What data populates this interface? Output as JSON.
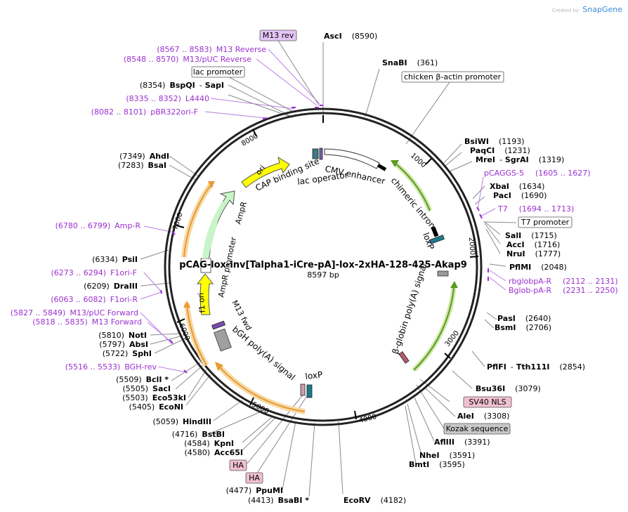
{
  "brand": {
    "created": "Created by",
    "name": "SnapGene"
  },
  "plasmid": {
    "name": "pCAG-lox-inv[Talpha1-iCre-pA]-lox-2xHA-128-425-Akap9",
    "size": "8597 bp"
  },
  "ticks": [
    "1000",
    "2000",
    "3000",
    "4000",
    "5000",
    "6000",
    "7000",
    "8000"
  ],
  "enzymes": [
    {
      "name": "AscI",
      "pos": "(8590)"
    },
    {
      "name": "SnaBI",
      "pos": "(361)"
    },
    {
      "name": "BsiWI",
      "pos": "(1193)"
    },
    {
      "name": "PaqCI",
      "pos": "(1231)"
    },
    {
      "name": "MreI",
      "name2": "SgrAI",
      "pos": "(1319)"
    },
    {
      "name": "XbaI",
      "pos": "(1634)"
    },
    {
      "name": "PacI",
      "pos": "(1690)"
    },
    {
      "name": "SalI",
      "pos": "(1715)"
    },
    {
      "name": "AccI",
      "pos": "(1716)"
    },
    {
      "name": "NruI",
      "pos": "(1777)"
    },
    {
      "name": "PflMI",
      "pos": "(2048)"
    },
    {
      "name": "PasI",
      "pos": "(2640)"
    },
    {
      "name": "BsmI",
      "pos": "(2706)"
    },
    {
      "name": "PflFI",
      "name2": "Tth111I",
      "pos": "(2854)"
    },
    {
      "name": "Bsu36I",
      "pos": "(3079)"
    },
    {
      "name": "AleI",
      "pos": "(3308)"
    },
    {
      "name": "AflIII",
      "pos": "(3391)"
    },
    {
      "name": "NheI",
      "pos": "(3591)"
    },
    {
      "name": "BmtI",
      "pos": "(3595)"
    },
    {
      "name": "EcoRV",
      "pos": "(4182)"
    },
    {
      "name": "BsaBI *",
      "pos": "(4413)"
    },
    {
      "name": "PpuMI",
      "pos": "(4477)"
    },
    {
      "name": "Acc65I",
      "pos": "(4580)"
    },
    {
      "name": "KpnI",
      "pos": "(4584)"
    },
    {
      "name": "BstBI",
      "pos": "(4716)"
    },
    {
      "name": "HindIII",
      "pos": "(5059)"
    },
    {
      "name": "EcoNI",
      "pos": "(5405)"
    },
    {
      "name": "Eco53kI",
      "pos": "(5503)"
    },
    {
      "name": "SacI",
      "pos": "(5505)"
    },
    {
      "name": "BclI *",
      "pos": "(5509)"
    },
    {
      "name": "SphI",
      "pos": "(5722)"
    },
    {
      "name": "AbsI",
      "pos": "(5797)"
    },
    {
      "name": "NotI",
      "pos": "(5810)"
    },
    {
      "name": "DraIII",
      "pos": "(6209)"
    },
    {
      "name": "PsiI",
      "pos": "(6334)"
    },
    {
      "name": "BsaI",
      "pos": "(7283)"
    },
    {
      "name": "AhdI",
      "pos": "(7349)"
    },
    {
      "name": "BspQI",
      "name2": "SapI",
      "pos": "(8354)"
    }
  ],
  "primers": [
    {
      "range": "(8567 .. 8583)",
      "name": "M13 Reverse"
    },
    {
      "range": "(8548 .. 8570)",
      "name": "M13/pUC Reverse"
    },
    {
      "range": "(8335 .. 8352)",
      "name": "L4440"
    },
    {
      "range": "(8082 .. 8101)",
      "name": "pBR322ori-F"
    },
    {
      "range": "(6780 .. 6799)",
      "name": "Amp-R"
    },
    {
      "range": "(6273 .. 6294)",
      "name": "F1ori-F"
    },
    {
      "range": "(6063 .. 6082)",
      "name": "F1ori-R"
    },
    {
      "range": "(5827 .. 5849)",
      "name": "M13/pUC Forward"
    },
    {
      "range": "(5818 .. 5835)",
      "name": "M13 Forward"
    },
    {
      "range": "(5516 .. 5533)",
      "name": "BGH-rev"
    },
    {
      "name": "pCAGGS-5",
      "range": "(1605 .. 1627)"
    },
    {
      "name": "T7",
      "range": "(1694 .. 1713)"
    },
    {
      "name": "rbglobpA-R",
      "range": "(2112 .. 2131)"
    },
    {
      "name": "Bglob-pA-R",
      "range": "(2231 .. 2250)"
    }
  ],
  "boxes": {
    "m13rev": "M13 rev",
    "lac_promoter": "lac promoter",
    "chicken": "chicken β-actin promoter",
    "t7_promoter": "T7 promoter",
    "sv40": "SV40 NLS",
    "kozak": "Kozak sequence",
    "ha1": "HA",
    "ha2": "HA"
  },
  "features": {
    "ori": "ori",
    "cap_site": "CAP binding site",
    "lac_operator": "lac operator",
    "cmv": "CMV enhancer",
    "intron": "chimeric intron",
    "loxp1": "loxP",
    "globin": "β-globin poly(A) signal",
    "loxp2": "loxP",
    "bgh": "bGH poly(A) signal",
    "m13fwd": "M13 fwd",
    "f1ori": "f1 ori",
    "ampr_prom": "AmpR promoter",
    "ampr": "AmpR"
  },
  "colors": {
    "enzyme": "#000000",
    "primer": "#9b30d0",
    "ori": "#ffff00",
    "amp": "#c8f5c8",
    "orange": "#f0a030",
    "green": "#66aa22"
  }
}
